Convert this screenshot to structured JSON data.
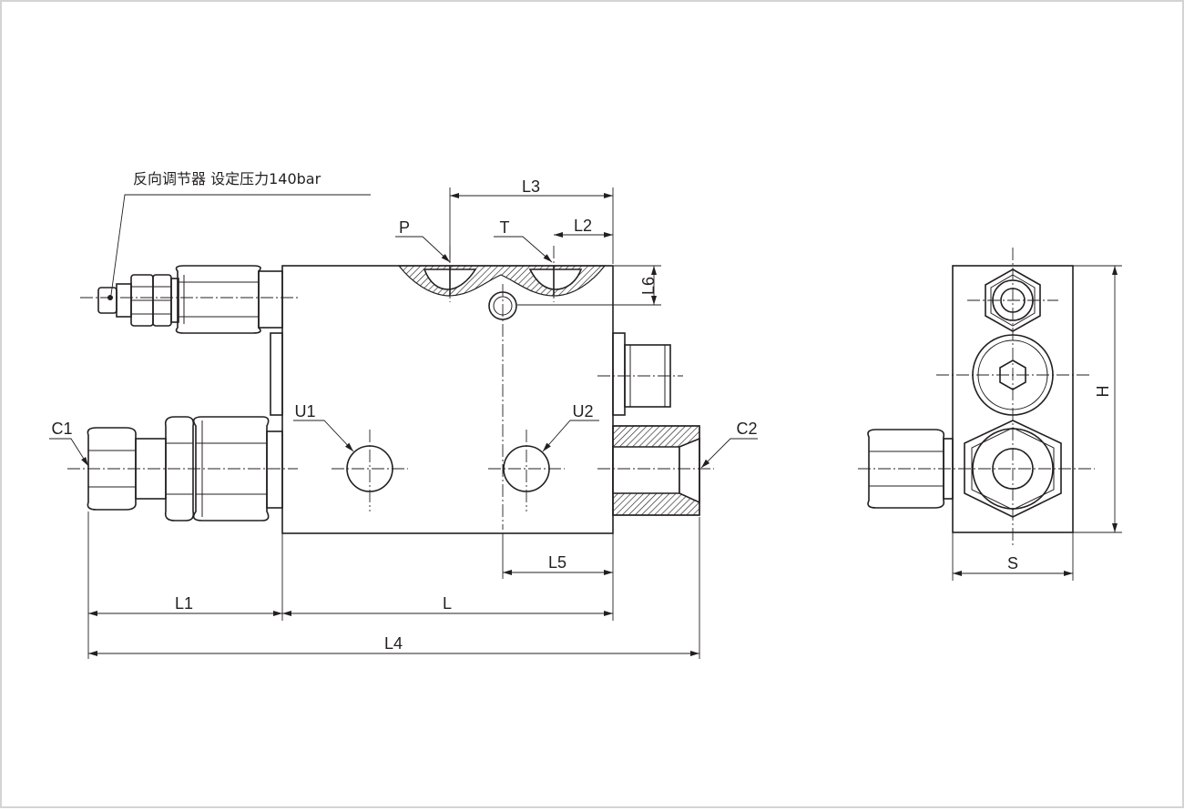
{
  "note": "反向调节器 设定压力140bar",
  "labels": {
    "P": "P",
    "T": "T",
    "U1": "U1",
    "U2": "U2",
    "C1": "C1",
    "C2": "C2",
    "L": "L",
    "L1": "L1",
    "L2": "L2",
    "L3": "L3",
    "L4": "L4",
    "L5": "L5",
    "L6": "L6",
    "H": "H",
    "S": "S"
  }
}
